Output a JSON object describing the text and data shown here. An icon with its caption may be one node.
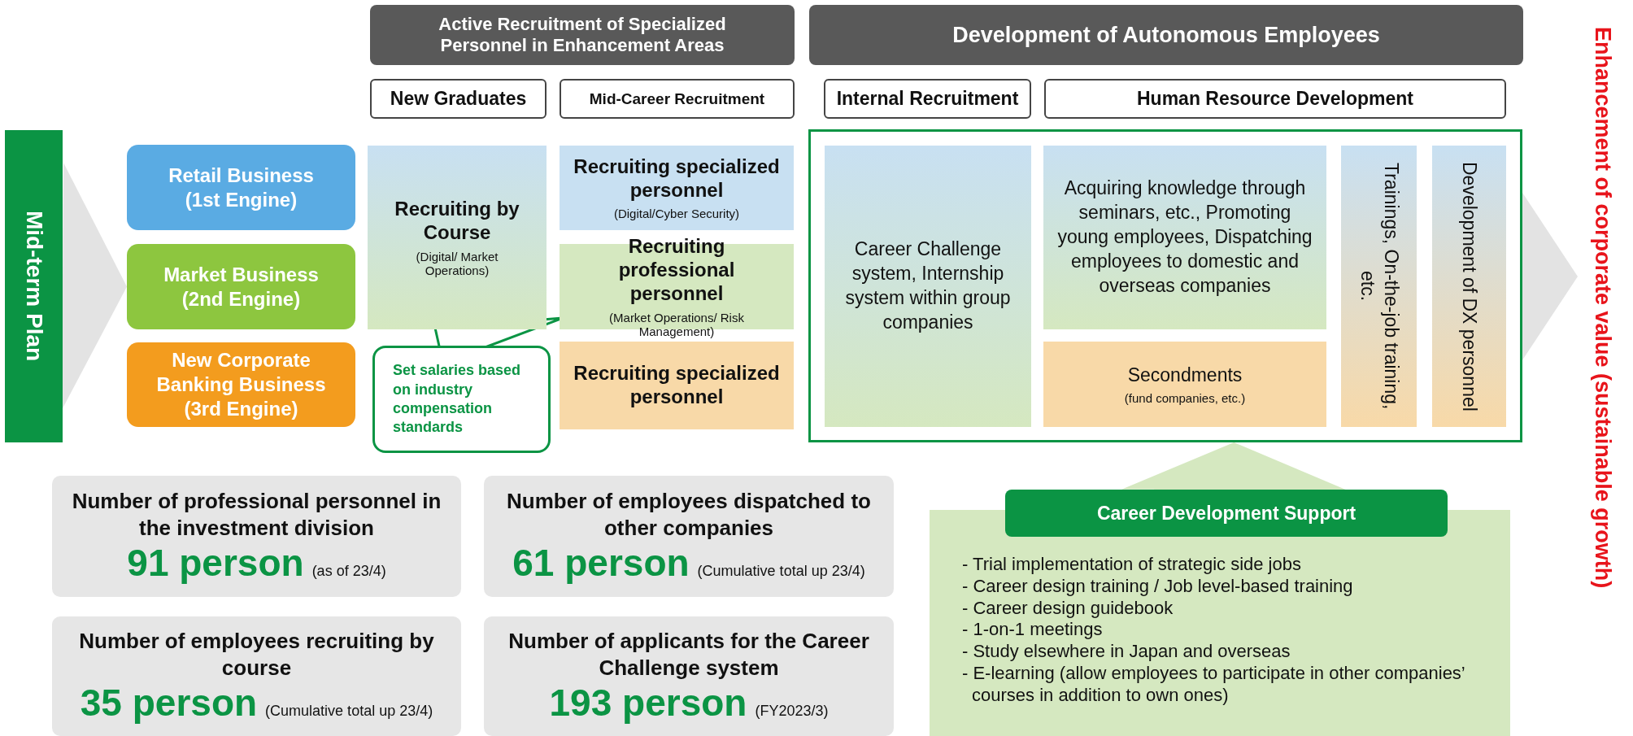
{
  "diagram": {
    "nodes": [
      {
        "text": [
          "Active Recruitment of Specialized Personnel in Enhancement Areas"
        ]
      },
      {
        "text": [
          "Development of Autonomous Employees"
        ]
      },
      {
        "text": [
          "New Graduates"
        ]
      },
      {
        "text": [
          "Mid-Career Recruitment"
        ]
      },
      {
        "text": [
          "Internal Recruitment"
        ]
      },
      {
        "text": [
          "Human Resource Development"
        ]
      },
      {
        "text": [
          "Mid-term Plan"
        ]
      },
      {
        "text": [
          "Retail Business (1st Engine)"
        ]
      },
      {
        "text": [
          "Market Business (2nd Engine)"
        ]
      },
      {
        "text": [
          "New Corporate Banking Business (3rd Engine)"
        ]
      },
      {
        "text": [
          "Recruiting by Course",
          "(Digital/ Market Operations)"
        ]
      },
      {
        "text": [
          "Recruiting specialized personnel",
          "(Digital/Cyber Security)"
        ]
      },
      {
        "text": [
          "Recruiting professional personnel",
          "(Market Operations/ Risk Management)"
        ]
      },
      {
        "text": [
          "Recruiting specialized personnel"
        ]
      },
      {
        "text": [
          "Set salaries based on industry compensation standards"
        ]
      },
      {
        "text": [],
        "shape": "box"
      },
      {
        "text": [
          "Career Challenge system, Internship system within group companies"
        ],
        "in": 15
      },
      {
        "text": [
          "Acquiring knowledge through seminars, etc., Promoting young employees, Dispatching employees to domestic and overseas companies"
        ],
        "in": 15
      },
      {
        "text": [
          "Secondments",
          "(fund companies, etc.)"
        ],
        "in": 15
      },
      {
        "text": [
          "Trainings, On-the-job training, etc."
        ],
        "in": 15
      },
      {
        "text": [
          "Development of DX personnel"
        ],
        "in": 15
      },
      {
        "text": [
          "Enhancement of corporate value (sustainable growth)"
        ]
      },
      {
        "text": [
          "Number of professional personnel in the investment division",
          "91 person",
          "(as of 23/4)"
        ]
      },
      {
        "text": [
          "Number of employees dispatched to other companies",
          "61 person",
          "(Cumulative total up 23/4)"
        ]
      },
      {
        "text": [
          "Number of employees recruiting by course",
          "35 person",
          "(Cumulative total up 23/4)"
        ]
      },
      {
        "text": [
          "Number of applicants for the Career Challenge system",
          "193 person",
          "(FY2023/3)"
        ]
      },
      {
        "text": [
          "Career Development Support",
          "- Trial implementation of strategic side jobs",
          "- Career design training / Job level-based training",
          "- Career design guidebook",
          "- 1-on-1 meetings",
          "- Study elsewhere in Japan and overseas",
          "- E-learning (allow employees to participate in other companies’ courses in addition to own ones)"
        ]
      }
    ],
    "edges": [
      {
        "from": 6,
        "to": 8,
        "arrow": "to"
      },
      {
        "from": 15,
        "to": 21,
        "arrow": "to"
      },
      {
        "from": 14,
        "to": 12,
        "arrow": "none"
      },
      {
        "from": 26,
        "to": 15,
        "arrow": "to"
      }
    ]
  }
}
